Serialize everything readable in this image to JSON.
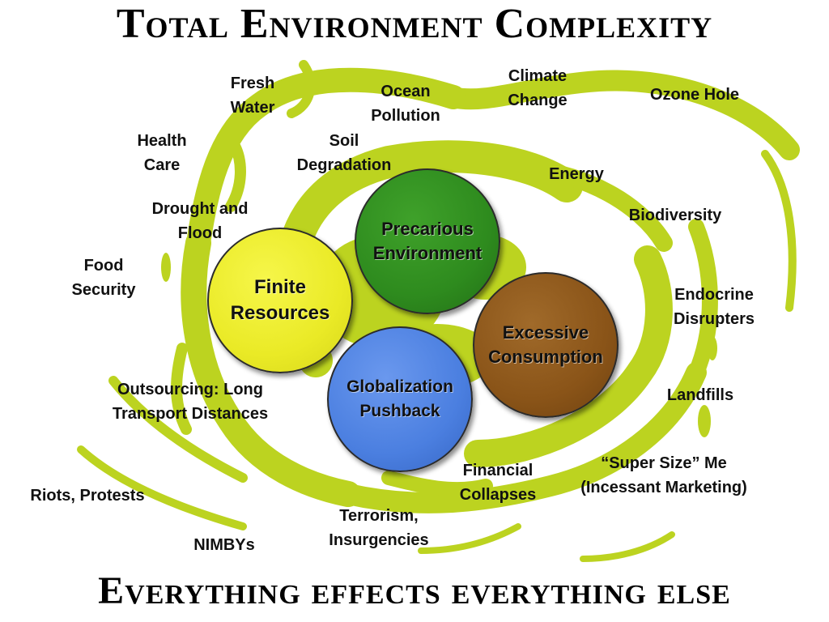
{
  "title": "Total Environment Complexity",
  "footer": "Everything effects everything else",
  "colors": {
    "swirl": "#bcd320",
    "finite": "#eaea26",
    "precarious": "#2e8b1e",
    "excessive": "#8a5418",
    "globalization": "#4b7fe0"
  },
  "core": {
    "precarious": "Precarious\nEnvironment",
    "finite": "Finite\nResources",
    "excessive": "Excessive\nConsumption",
    "globalization": "Globalization\nPushback"
  },
  "issues": {
    "fresh_water": "Fresh\nWater",
    "ocean_pollution": "Ocean\nPollution",
    "climate_change": "Climate\nChange",
    "ozone_hole": "Ozone Hole",
    "health_care": "Health\nCare",
    "soil_degradation": "Soil\nDegradation",
    "energy": "Energy",
    "drought_flood": "Drought and\nFlood",
    "biodiversity": "Biodiversity",
    "food_security": "Food\nSecurity",
    "endocrine": "Endocrine\nDisrupters",
    "outsourcing": "Outsourcing: Long\nTransport Distances",
    "landfills": "Landfills",
    "super_size": "“Super Size” Me\n(Incessant Marketing)",
    "financial": "Financial\nCollapses",
    "riots": "Riots, Protests",
    "terrorism": "Terrorism,\nInsurgencies",
    "nimbys": "NIMBYs"
  }
}
